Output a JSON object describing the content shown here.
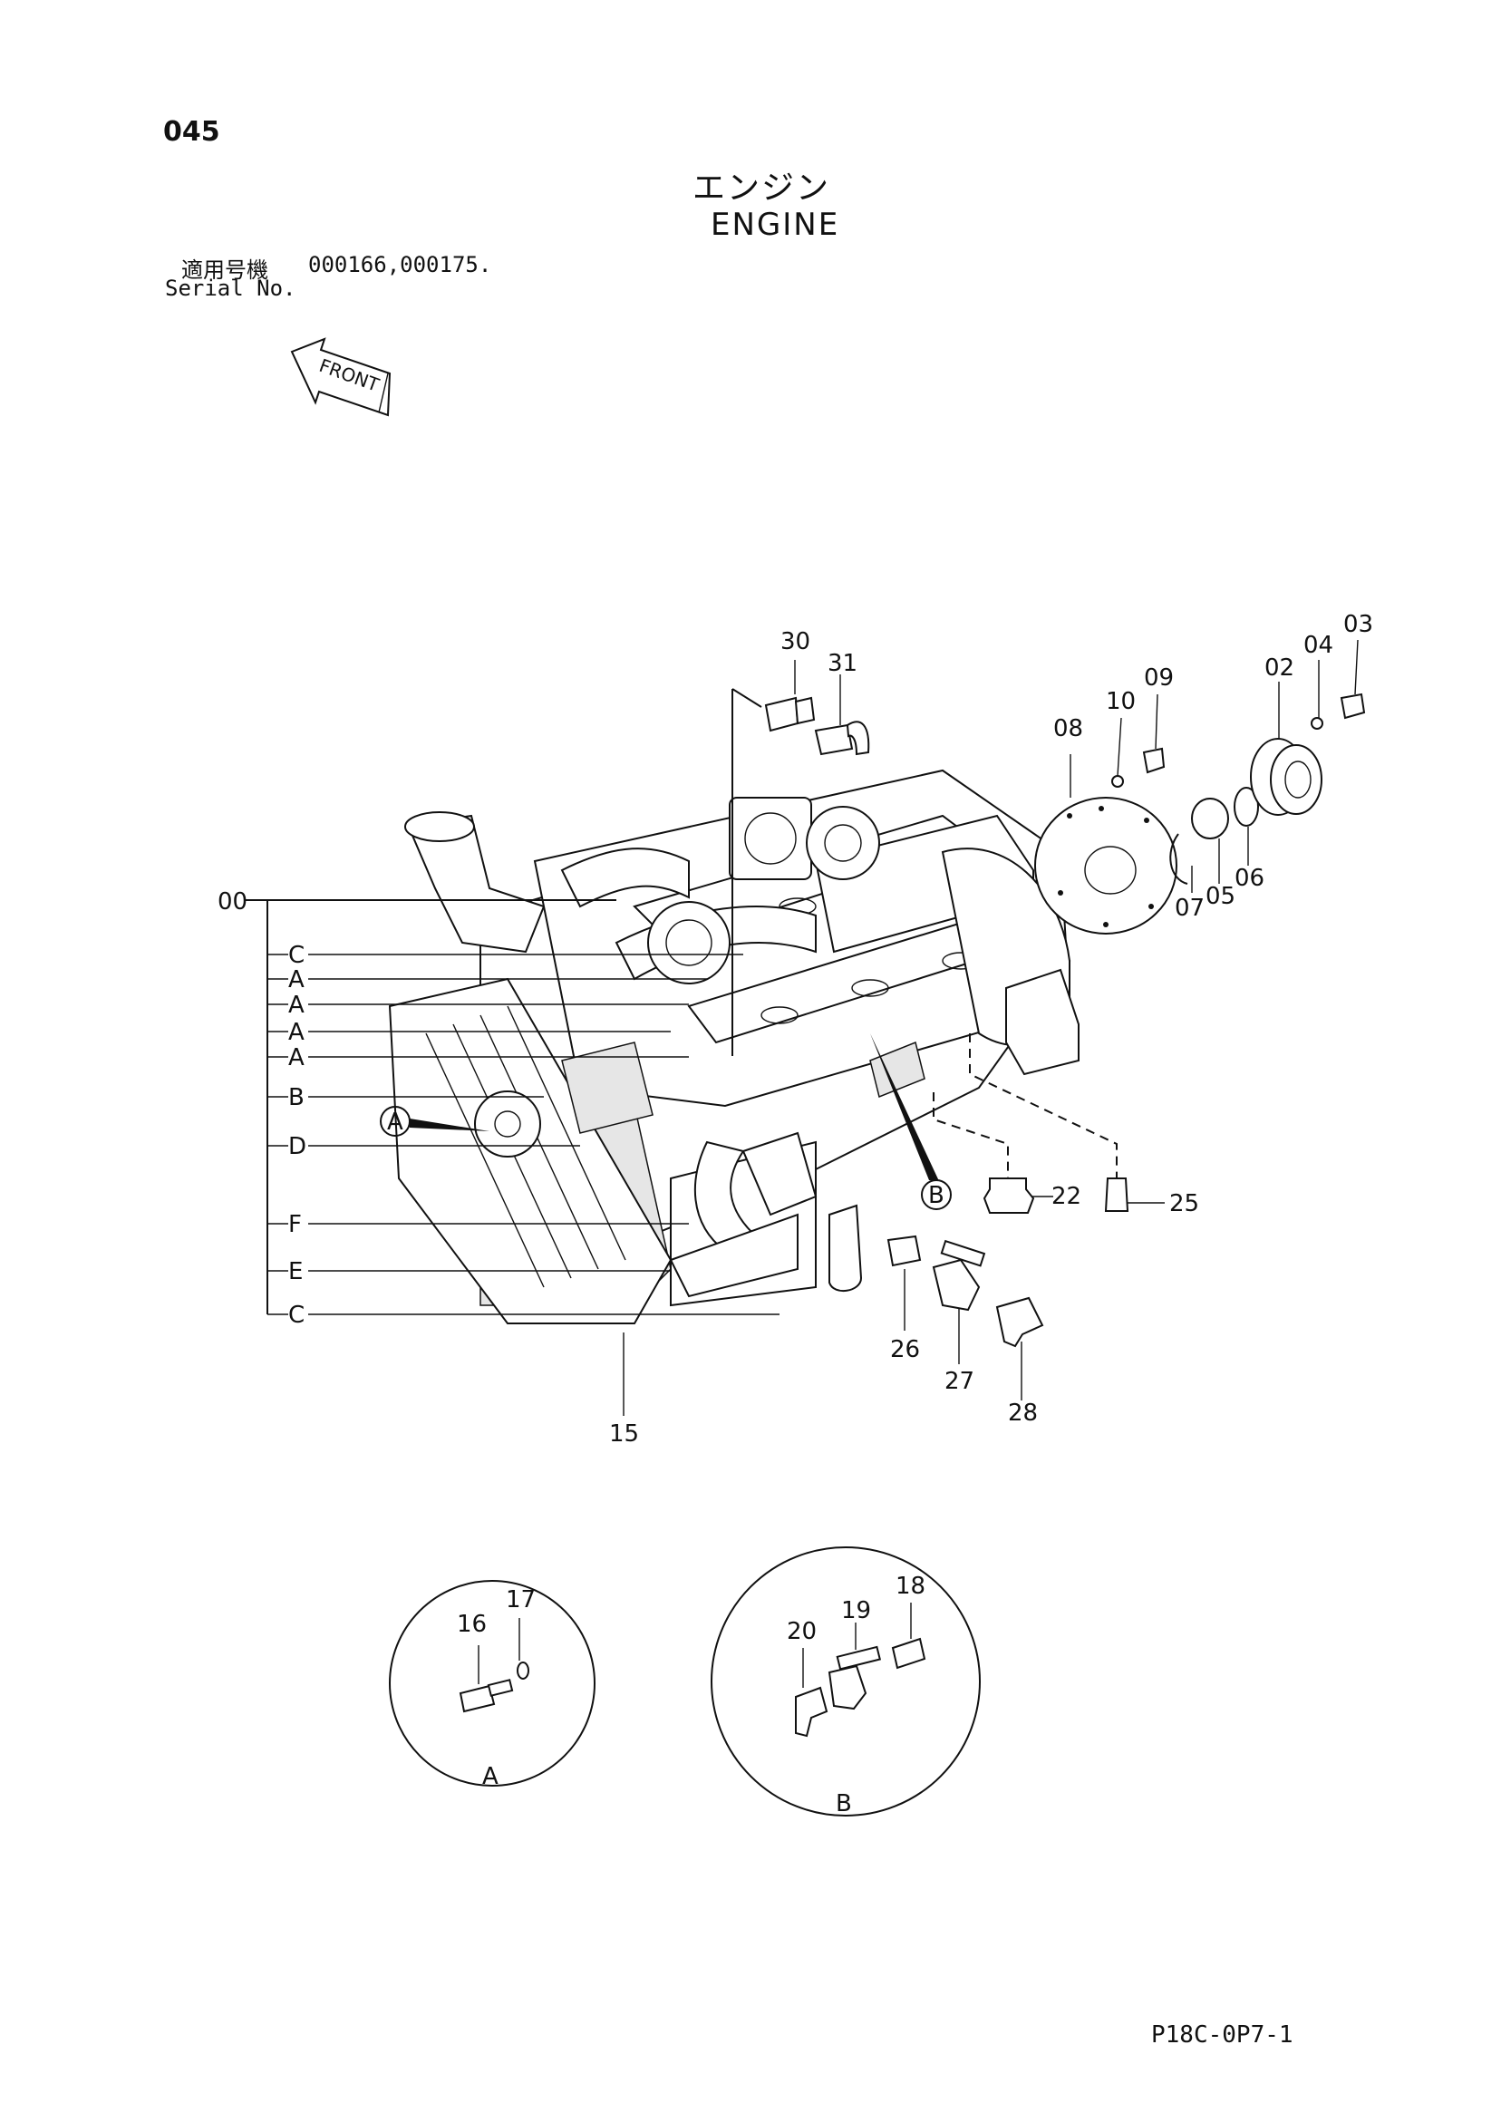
{
  "page_number": "045",
  "title_ja": "エンジン",
  "title_en": "ENGINE",
  "serial": {
    "label_ja": "適用号機",
    "values": "000166,000175.",
    "label_en": "Serial No."
  },
  "front_label": "FRONT",
  "part_numbers": [
    "00",
    "02",
    "03",
    "04",
    "05",
    "06",
    "07",
    "08",
    "09",
    "10",
    "15",
    "16",
    "17",
    "18",
    "19",
    "20",
    "22",
    "25",
    "26",
    "27",
    "28",
    "30",
    "31"
  ],
  "reference_letters": [
    "C",
    "A",
    "A",
    "A",
    "A",
    "B",
    "D",
    "F",
    "E",
    "C"
  ],
  "detail_views": [
    {
      "letter": "A",
      "parts": [
        "16",
        "17"
      ]
    },
    {
      "letter": "B",
      "parts": [
        "18",
        "19",
        "20"
      ]
    }
  ],
  "drawing_code": "P18C-0P7-1"
}
